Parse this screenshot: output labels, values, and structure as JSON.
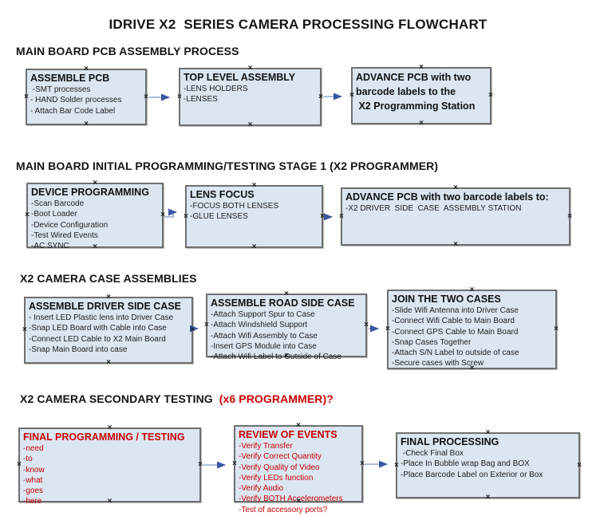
{
  "title": "IDRIVE X2  SERIES CAMERA PROCESSING FLOWCHART",
  "icons": {
    "connection_handle": "×"
  },
  "colors": {
    "box_fill": "#dce6f1",
    "box_border": "#6f6f6f",
    "red": "#c80202",
    "arrow_line": "#92a7cd",
    "arrow_head": "#3b55a0"
  },
  "sections": [
    {
      "heading": "MAIN BOARD PCB ASSEMBLY PROCESS",
      "boxes": [
        {
          "title": "ASSEMBLE PCB",
          "items": [
            " -SMT processes",
            "- HAND Solder processes",
            "- Attach Bar Code Label"
          ]
        },
        {
          "title": "TOP LEVEL ASSEMBLY",
          "items": [
            "-LENS HOLDERS",
            "-LENSES"
          ]
        },
        {
          "title_lines": [
            "ADVANCE PCB with two",
            "barcode labels to the",
            " X2 Programming Station"
          ],
          "items": []
        }
      ]
    },
    {
      "heading": "MAIN BOARD INITIAL PROGRAMMING/TESTING STAGE 1 (X2 PROGRAMMER)",
      "boxes": [
        {
          "title": "DEVICE PROGRAMMING",
          "items": [
            "-Scan Barcode",
            "-Boot Loader",
            "-Device Configuration",
            "-Test Wired Events",
            "-AC SYNC"
          ]
        },
        {
          "title": "LENS FOCUS",
          "items": [
            "-FOCUS BOTH LENSES",
            "-GLUE LENSES"
          ]
        },
        {
          "title": "ADVANCE PCB with two barcode labels to:",
          "items": [
            "-X2 DRIVER  SIDE  CASE  ASSEMBLY STATION"
          ]
        }
      ]
    },
    {
      "heading": "X2 CAMERA CASE ASSEMBLIES",
      "boxes": [
        {
          "title": "ASSEMBLE DRIVER SIDE CASE",
          "items": [
            "- Insert LED Plastic lens into Driver Case",
            "-Snap LED Board with Cable into Case",
            "-Connect LED Cable to X2 Main Board",
            "-Snap Main Board into case"
          ]
        },
        {
          "title": "ASSEMBLE ROAD SIDE CASE",
          "items": [
            "-Attach Support Spur to Case",
            "-Attach Windshield Support",
            "-Attach Wifi Assembly to Case",
            "-Insert GPS Module into Case",
            "-Attach Wifi Label to Outside of Case"
          ]
        },
        {
          "title": "JOIN THE TWO CASES",
          "items": [
            "-Slide Wifi Antenna into Driver Case",
            "-Connect Wifi Cable to Main Board",
            "-Connect GPS Cable to Main Board",
            "-Snap Cases Together",
            "-Attach S/N Label to outside of case",
            "-Secure cases with Screw"
          ]
        }
      ]
    },
    {
      "heading": "X2 CAMERA SECONDARY TESTING  ",
      "heading_red": "(x6 PROGRAMMER)?",
      "boxes": [
        {
          "title": "FINAL PROGRAMMING / TESTING",
          "items": [
            "-need",
            "-to",
            "-know",
            "-what",
            "-goes",
            "-here"
          ],
          "color": "red"
        },
        {
          "title": "REVIEW OF EVENTS",
          "items": [
            "-Verify Transfer",
            "-Verify Correct Quantity",
            "-Verify Quality of Video",
            "-Verify LEDs function",
            "-Verify Audio",
            "-Verify BOTH Accelerometers",
            "-Test of accessory ports?"
          ],
          "color": "red"
        },
        {
          "title": "FINAL PROCESSING",
          "items": [
            " -Check Final Box",
            "-Place In Bubble wrap Bag and BOX",
            "-Place Barcode Label on Exterior or Box"
          ]
        }
      ]
    }
  ]
}
